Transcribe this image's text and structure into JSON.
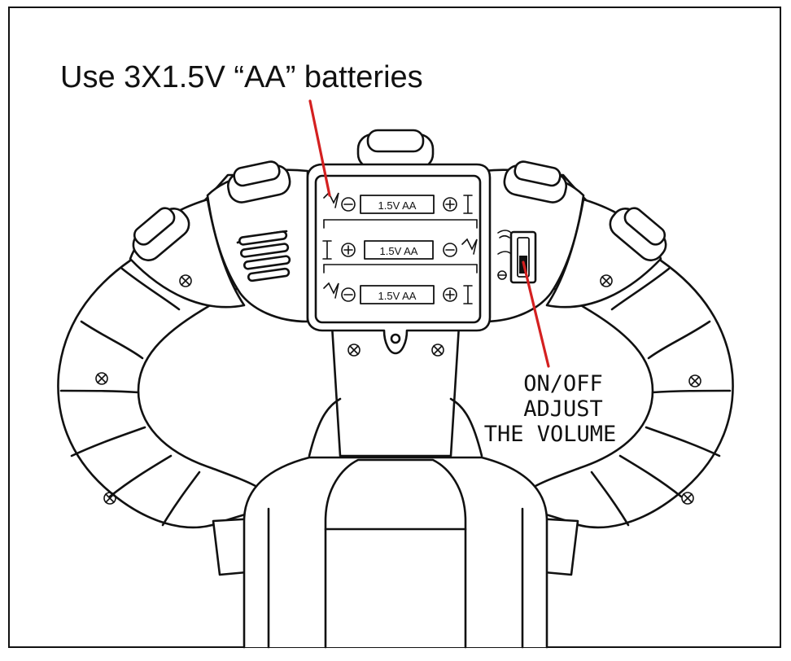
{
  "battery_label": "Use 3X1.5V “AA” batteries",
  "switch_label": {
    "line1": "ON/OFF",
    "line2": "ADJUST",
    "line3": "THE VOLUME"
  },
  "cells": [
    {
      "text": "1.5V AA"
    },
    {
      "text": "1.5V AA"
    },
    {
      "text": "1.5V AA"
    }
  ],
  "colors": {
    "line": "#111111",
    "pointer": "#d42020",
    "background": "#ffffff"
  },
  "icons": {
    "screw": "screw-icon",
    "speaker": "speaker-grille-icon",
    "switch": "slide-switch-icon"
  }
}
